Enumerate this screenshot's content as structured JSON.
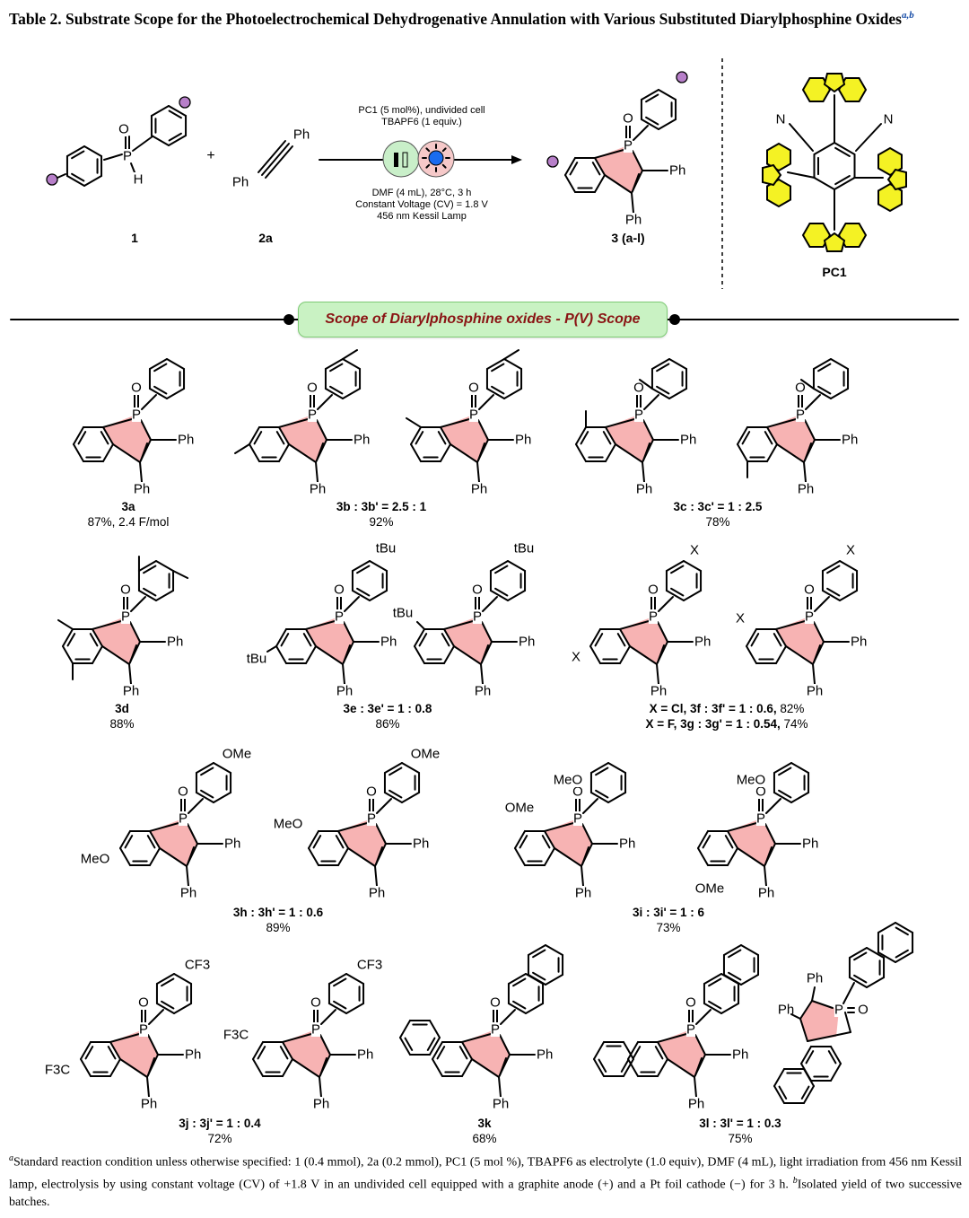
{
  "title": {
    "text": "Table 2. Substrate Scope for the Photoelectrochemical Dehydrogenative Annulation with Various Substituted Diarylphosphine Oxides",
    "sup": "a,b"
  },
  "scheme": {
    "reactant1_label": "1",
    "reactant2_label": "2a",
    "product_label": "3 (a-l)",
    "plus": "+",
    "reactant2_groups": [
      "Ph",
      "Ph"
    ],
    "reactant1_atoms": [
      "O",
      "P",
      "H"
    ],
    "conditions_above": [
      "PC1 (5 mol%), undivided cell",
      "TBAPF6 (1 equiv.)"
    ],
    "conditions_below": [
      "DMF (4 mL), 28°C, 3 h",
      "Constant Voltage (CV) = 1.8 V",
      "456 nm Kessil Lamp"
    ],
    "catalyst_label": "PC1",
    "catalyst_groups": [
      "N",
      "N"
    ]
  },
  "scope_title": "Scope of Diarylphosphine oxides - P(V) Scope",
  "compounds": [
    {
      "label": "3a",
      "yield": "87%, 2.4 F/mol"
    },
    {
      "label": "3b : 3b' = 2.5 : 1",
      "yield": "92%"
    },
    {
      "label": "3c : 3c' = 1 : 2.5",
      "yield": "78%"
    },
    {
      "label": "3d",
      "yield": "88%"
    },
    {
      "label": "3e : 3e' = 1 : 0.8",
      "yield": "86%"
    },
    {
      "label": "X = Cl, 3f : 3f' = 1 : 0.6,",
      "yield": "82%"
    },
    {
      "label": "X = F, 3g : 3g' = 1 : 0.54,",
      "yield": "74%"
    },
    {
      "label": "3h : 3h' = 1 : 0.6",
      "yield": "89%"
    },
    {
      "label": "3i : 3i' = 1 : 6",
      "yield": "73%"
    },
    {
      "label": "3j : 3j' = 1 : 0.4",
      "yield": "72%"
    },
    {
      "label": "3k",
      "yield": "68%"
    },
    {
      "label": "3l : 3l' = 1 : 0.3",
      "yield": "75%"
    }
  ],
  "substituents": {
    "ph": "Ph",
    "o": "O",
    "p": "P",
    "tbu": "tBu",
    "x": "X",
    "ome": "OMe",
    "meo": "MeO",
    "cf3": "CF3",
    "f3c": "F3C"
  },
  "footnote": {
    "a_sup": "a",
    "a_text": "Standard reaction condition unless otherwise specified: 1 (0.4 mmol), 2a (0.2 mmol), PC1 (5 mol %), TBAPF6 as electrolyte (1.0 equiv), DMF (4 mL), light irradiation from 456 nm Kessil lamp, electrolysis by using constant voltage (CV) of +1.8 V in an undivided cell equipped with a graphite anode (+) and a Pt foil cathode (−) for 3 h.",
    "b_sup": "b",
    "b_text": "Isolated yield of two successive batches."
  },
  "colors": {
    "ring_highlight": "#f7b3b3",
    "substituent_dot": "#b77fc9",
    "carbazole": "#f4f224",
    "scope_fill": "#c9f2c3",
    "scope_text": "#8a1414",
    "sup_blue": "#1a4fa8"
  }
}
